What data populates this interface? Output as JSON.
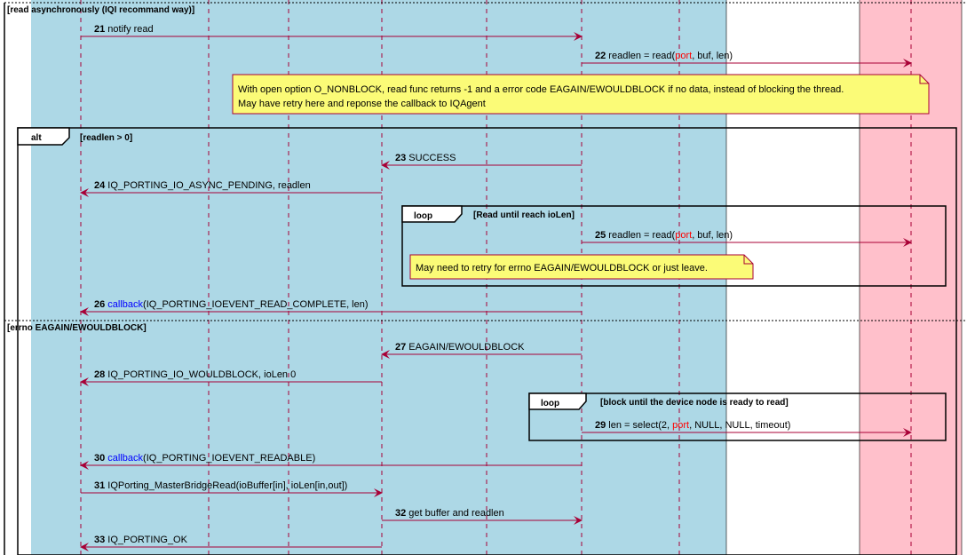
{
  "colors": {
    "box_blue": "#ADD8E6",
    "box_pink": "#FFC0CB",
    "arrow": "#A80036",
    "note_fill": "#FBFB77",
    "note_border": "#A80036",
    "keyword_blue": "#0000FF",
    "keyword_red": "#FF0000",
    "frame_border": "#000000"
  },
  "outer_group": {
    "label": "[read asynchronously (IQI recommand way)]"
  },
  "alt_frame": {
    "keyword": "alt",
    "guard1": "[readlen > 0]",
    "guard2": "[errno EAGAIN/EWOULDBLOCK]"
  },
  "loop1": {
    "keyword": "loop",
    "guard": "[Read until reach ioLen]"
  },
  "loop2": {
    "keyword": "loop",
    "guard": "[block until the device node is ready to read]"
  },
  "notes": [
    {
      "lines": [
        "With open option O_NONBLOCK, read func returns -1 and a error code EAGAIN/EWOULDBLOCK if no data, instead of blocking the thread.",
        "May have retry here and reponse the callback to IQAgent"
      ]
    },
    {
      "lines": [
        "May need to retry for errno EAGAIN/EWOULDBLOCK or just leave."
      ]
    }
  ],
  "messages": [
    {
      "num": "21",
      "parts": [
        {
          "t": "notify read"
        }
      ]
    },
    {
      "num": "22",
      "parts": [
        {
          "t": "readlen = read("
        },
        {
          "t": "port",
          "c": "red"
        },
        {
          "t": ", buf, len)"
        }
      ]
    },
    {
      "num": "23",
      "parts": [
        {
          "t": "SUCCESS"
        }
      ]
    },
    {
      "num": "24",
      "parts": [
        {
          "t": "IQ_PORTING_IO_ASYNC_PENDING, readlen"
        }
      ]
    },
    {
      "num": "25",
      "parts": [
        {
          "t": "readlen = read("
        },
        {
          "t": "port",
          "c": "red"
        },
        {
          "t": ", buf, len)"
        }
      ]
    },
    {
      "num": "26",
      "parts": [
        {
          "t": "callback",
          "c": "blue"
        },
        {
          "t": "(IQ_PORTING_IOEVENT_READ_COMPLETE, len)"
        }
      ]
    },
    {
      "num": "27",
      "parts": [
        {
          "t": "EAGAIN/EWOULDBLOCK"
        }
      ]
    },
    {
      "num": "28",
      "parts": [
        {
          "t": "IQ_PORTING_IO_WOULDBLOCK, ioLen 0"
        }
      ]
    },
    {
      "num": "29",
      "parts": [
        {
          "t": "len = select(2, "
        },
        {
          "t": "port",
          "c": "red"
        },
        {
          "t": ", NULL, NULL, timeout)"
        }
      ]
    },
    {
      "num": "30",
      "parts": [
        {
          "t": "callback",
          "c": "blue"
        },
        {
          "t": "(IQ_PORTING_IOEVENT_READABLE)"
        }
      ]
    },
    {
      "num": "31",
      "parts": [
        {
          "t": "IQPorting_MasterBridgeRead(ioBuffer[in], ioLen[in,out])"
        }
      ]
    },
    {
      "num": "32",
      "parts": [
        {
          "t": "get buffer and readlen"
        }
      ]
    },
    {
      "num": "33",
      "parts": [
        {
          "t": "IQ_PORTING_OK"
        }
      ]
    }
  ]
}
